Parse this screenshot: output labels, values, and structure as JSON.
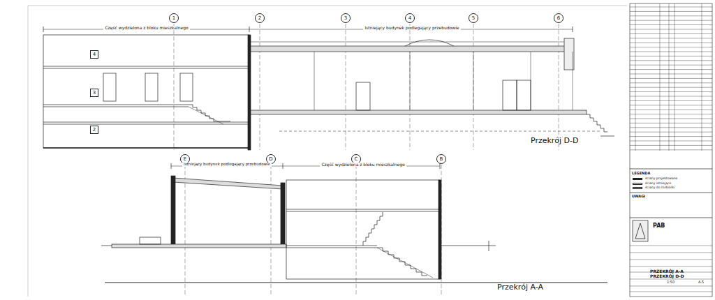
{
  "diagram": {
    "nodes": [
      {
        "text": [
          "1"
        ]
      },
      {
        "text": [
          "2"
        ]
      },
      {
        "text": [
          "3"
        ]
      },
      {
        "text": [
          "4"
        ]
      },
      {
        "text": [
          "5"
        ]
      },
      {
        "text": [
          "6"
        ]
      },
      {
        "text": [
          "E"
        ]
      },
      {
        "text": [
          "D"
        ]
      },
      {
        "text": [
          "C"
        ]
      },
      {
        "text": [
          "B"
        ]
      },
      {
        "text": [
          "4"
        ]
      },
      {
        "text": [
          "3"
        ]
      },
      {
        "text": [
          "2"
        ]
      }
    ],
    "labels": [
      "Część wydzielona z bloku mieszkalnego",
      "Istniejący budynek podlegający przebudowie",
      "Przekrój D-D",
      "Istniejący budynek podlegający przebudowie",
      "Część wydzielona z bloku mieszkalnego",
      "Przekrój A-A",
      "LEGENDA",
      "UWAGI",
      "PRZEKRÓJ A-A",
      "PRZEKRÓJ D-D",
      "1:50",
      "A-5",
      "PAB"
    ],
    "legend": [
      {
        "text": "ściany projektowane"
      },
      {
        "text": "ściany istniejące"
      },
      {
        "text": "ściany do rozbiórki"
      }
    ]
  }
}
